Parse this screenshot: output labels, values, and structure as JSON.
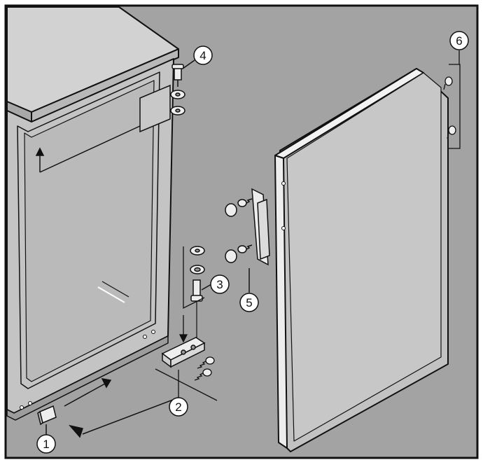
{
  "figure": {
    "colors": {
      "background": "#a3a3a3",
      "frame": "#111111",
      "cabinet_top": "#cfcfcf",
      "cabinet_side": "#bdbdbd",
      "door_face": "#c2c2c2",
      "door_edge": "#f4f4f4",
      "hardware": "#e6e6e6"
    },
    "callouts": [
      {
        "id": "1",
        "label": "1"
      },
      {
        "id": "2",
        "label": "2"
      },
      {
        "id": "3",
        "label": "3"
      },
      {
        "id": "4",
        "label": "4"
      },
      {
        "id": "5",
        "label": "5"
      },
      {
        "id": "6",
        "label": "6"
      }
    ]
  }
}
